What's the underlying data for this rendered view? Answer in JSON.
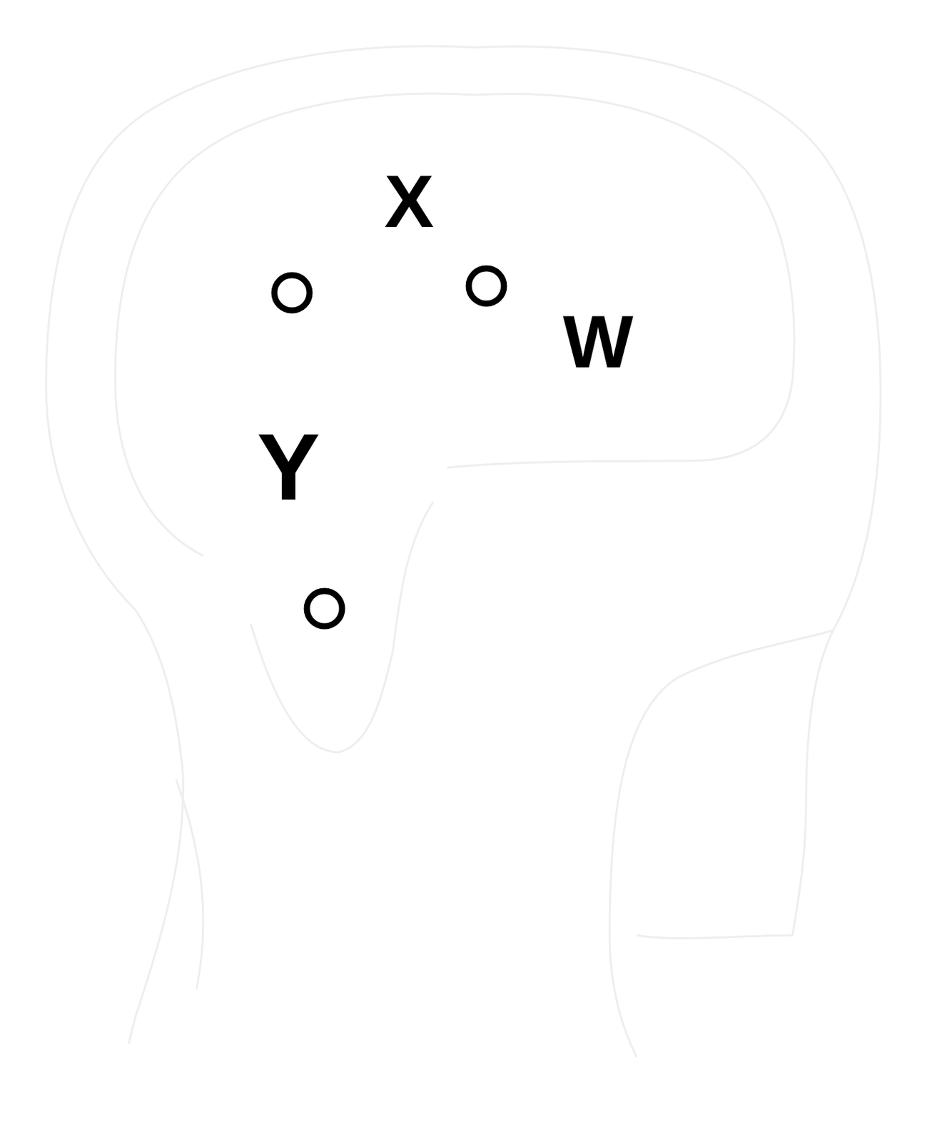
{
  "diagram": {
    "labels": [
      "X",
      "W",
      "Y"
    ]
  }
}
